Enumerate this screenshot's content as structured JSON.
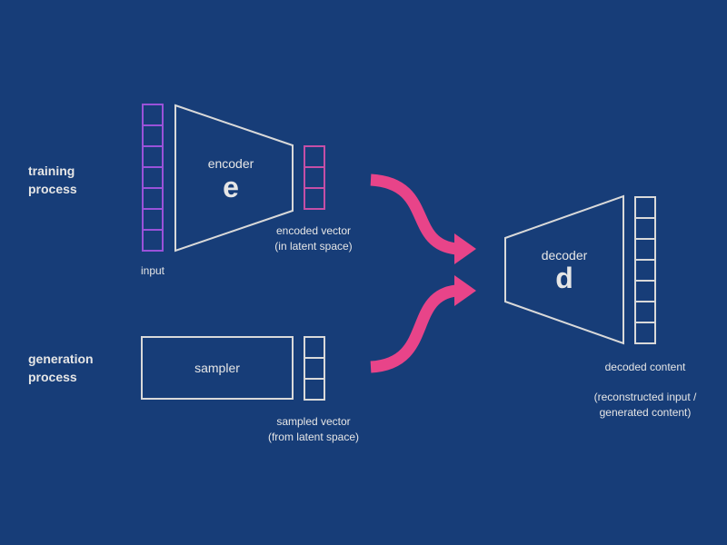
{
  "colors": {
    "background": "#173d78",
    "outline_light": "#d9d9d9",
    "input_vector": "#9a52d9",
    "latent_vector": "#c54fa6",
    "arrow": "#e84489",
    "text": "#e6e6e6"
  },
  "labels": {
    "training_line1": "training",
    "training_line2": "process",
    "generation_line1": "generation",
    "generation_line2": "process",
    "input": "input",
    "encoder": "encoder",
    "encoder_letter": "e",
    "encoded_line1": "encoded vector",
    "encoded_line2": "(in latent space)",
    "sampler": "sampler",
    "sampled_line1": "sampled vector",
    "sampled_line2": "(from latent space)",
    "decoder": "decoder",
    "decoder_letter": "d",
    "decoded": "decoded content",
    "decoded_note_line1": "(reconstructed input /",
    "decoded_note_line2": "generated content)"
  }
}
